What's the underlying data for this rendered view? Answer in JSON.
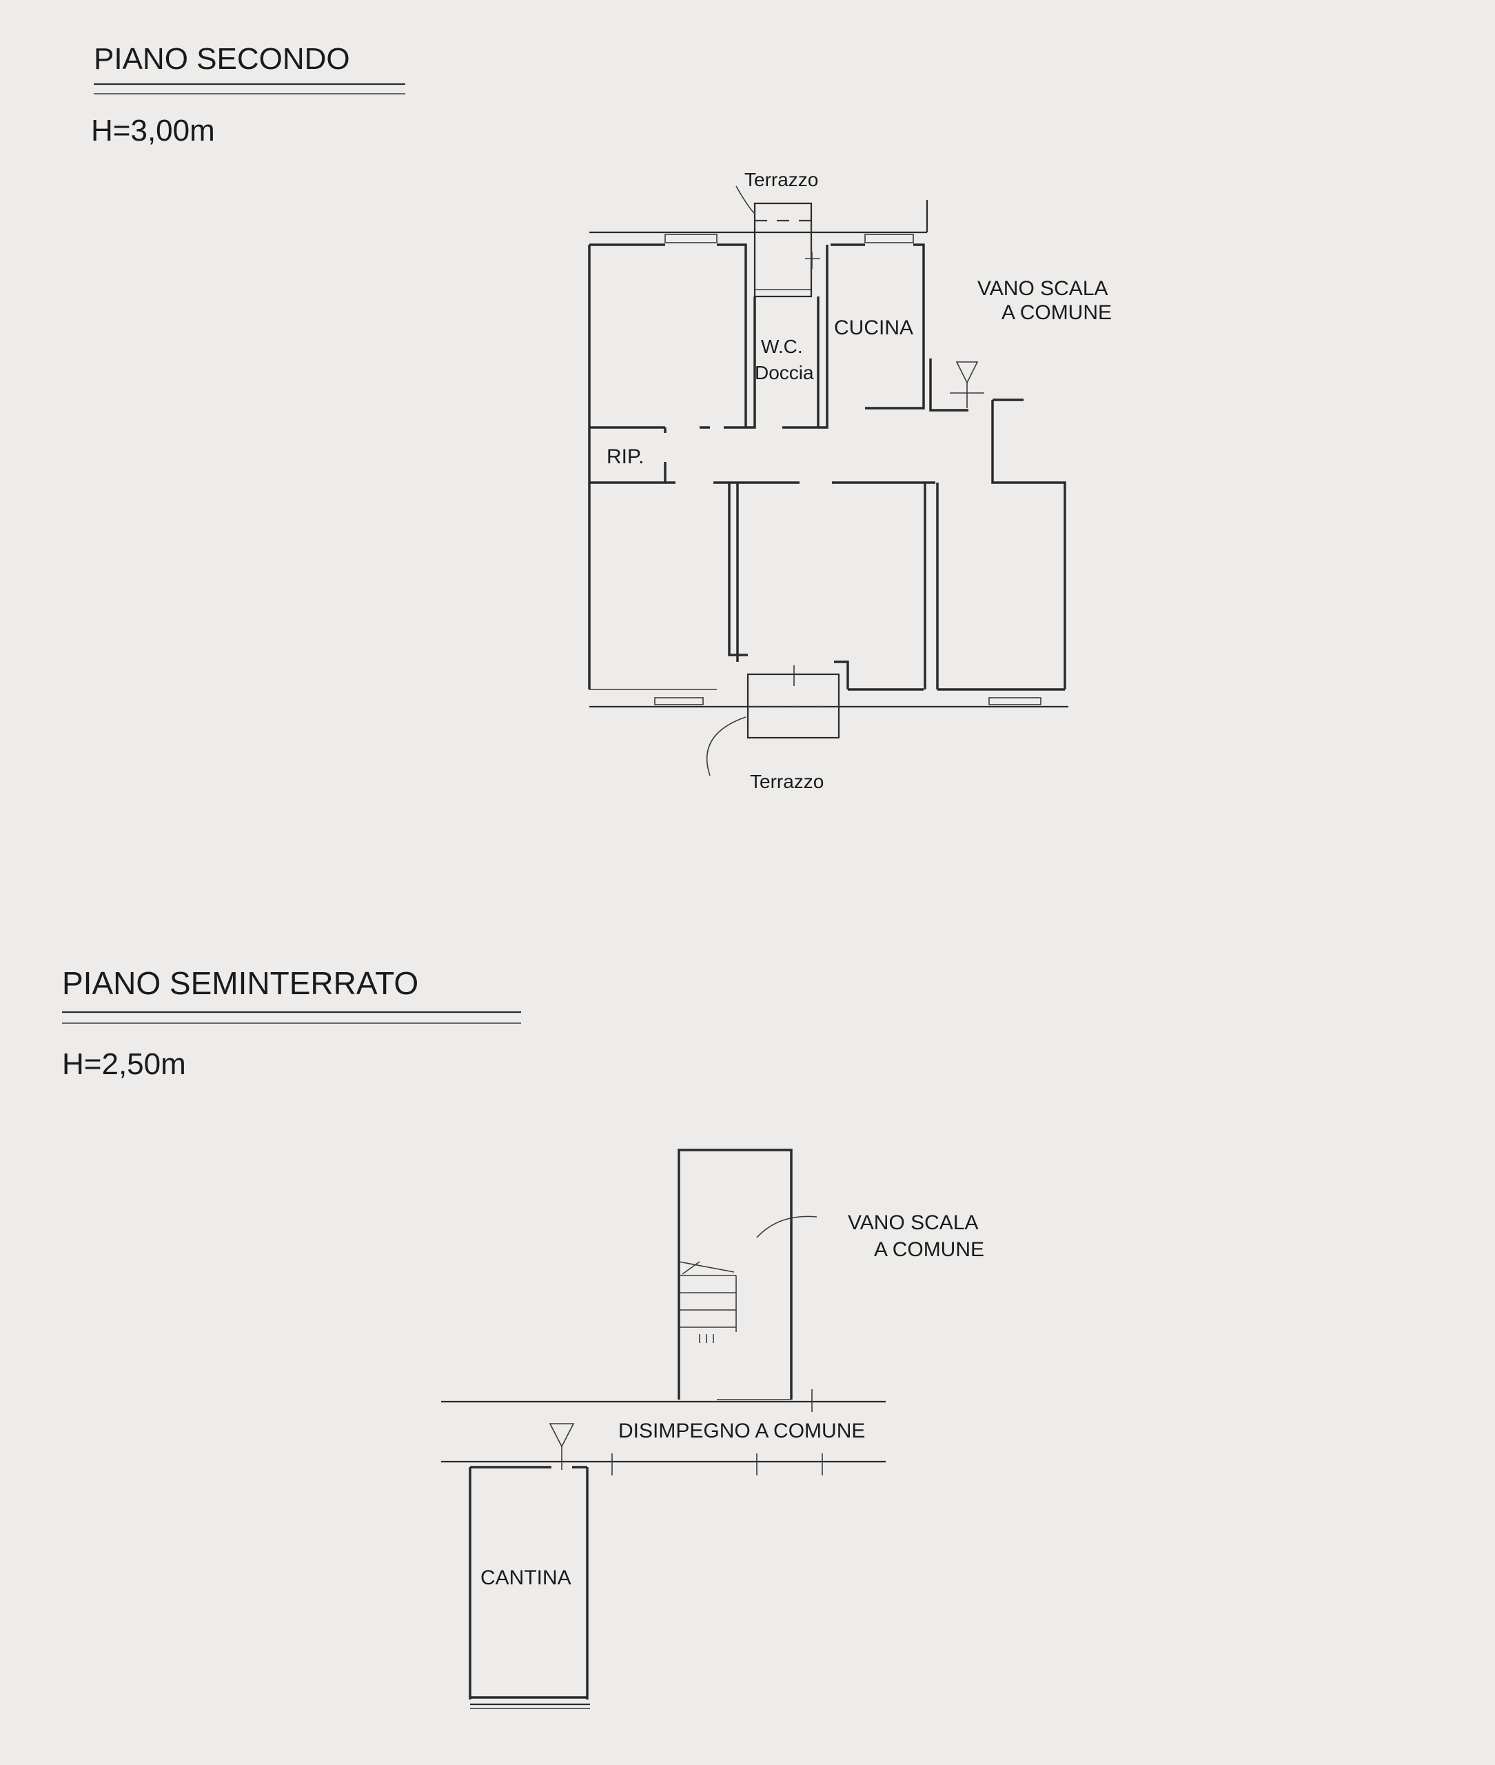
{
  "floors": [
    {
      "title": "PIANO SECONDO",
      "height": "H=3,00m",
      "labels": {
        "terrace_top": "Terrazzo",
        "terrace_bottom": "Terrazzo",
        "wc": "W.C.",
        "shower": "Doccia",
        "kitchen": "CUCINA",
        "storage": "RIP.",
        "stair_line1": "VANO SCALA",
        "stair_line2": "A COMUNE"
      }
    },
    {
      "title": "PIANO SEMINTERRATO",
      "height": "H=2,50m",
      "labels": {
        "stair_line1": "VANO SCALA",
        "stair_line2": "A COMUNE",
        "corridor": "DISIMPEGNO A COMUNE",
        "cellar": "CANTINA"
      }
    }
  ]
}
